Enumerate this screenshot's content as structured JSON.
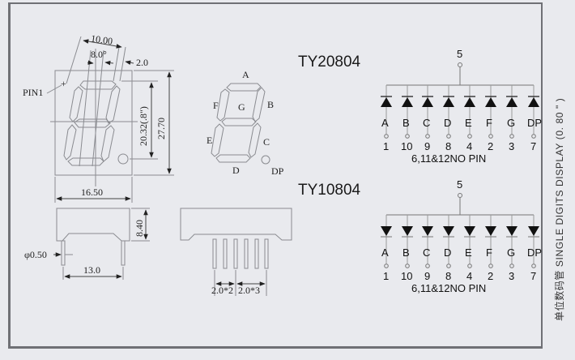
{
  "colors": {
    "background": "#e9eaee",
    "frame": "#6f7075",
    "line": "#8a8b90",
    "ink": "#111111"
  },
  "front_view": {
    "pin1_label": "PIN1",
    "dims": {
      "width_top": "10.00",
      "seg_width": "8.0°",
      "seg_gap": "2.0",
      "digit_height": "20.32(.8\")",
      "total_height": "27.70",
      "total_width": "16.50"
    }
  },
  "segment_view": {
    "labels": {
      "a": "A",
      "b": "B",
      "c": "C",
      "d": "D",
      "e": "E",
      "f": "F",
      "g": "G",
      "dp": "DP"
    }
  },
  "side_view": {
    "height": "8.40",
    "pin_diameter": "φ0.50",
    "pin_span": "13.0"
  },
  "bottom_view": {
    "pitch_left": "2.0*2",
    "pitch_right": "2.0*3"
  },
  "schematics": [
    {
      "model": "TY20804",
      "type": "common-anode",
      "common_pin": "5",
      "segments": [
        "A",
        "B",
        "C",
        "D",
        "E",
        "F",
        "G",
        "DP"
      ],
      "pins": [
        "1",
        "10",
        "9",
        "8",
        "4",
        "2",
        "3",
        "7"
      ],
      "note": "6,11&12NO PIN"
    },
    {
      "model": "TY10804",
      "type": "common-cathode",
      "common_pin": "5",
      "segments": [
        "A",
        "B",
        "C",
        "D",
        "E",
        "F",
        "G",
        "DP"
      ],
      "pins": [
        "1",
        "10",
        "9",
        "8",
        "4",
        "2",
        "3",
        "7"
      ],
      "note": "6,11&12NO PIN"
    }
  ],
  "side_title": "单位数码管  SINGLE DIGITS DISPLAY (0. 80 \" )"
}
